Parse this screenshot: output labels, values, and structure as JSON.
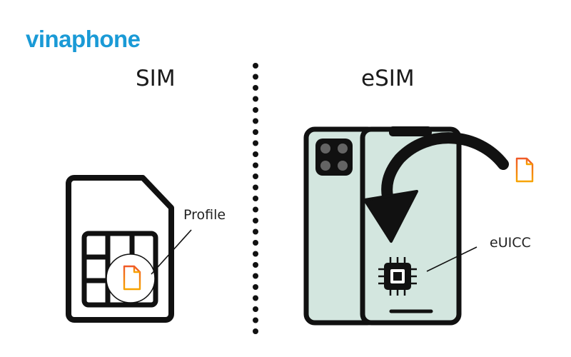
{
  "brand": {
    "name": "vinaphone",
    "color": "#1a9ad6"
  },
  "left_panel": {
    "heading": "SIM",
    "callout_label": "Profile"
  },
  "right_panel": {
    "heading": "eSIM",
    "callout_label": "eUICC"
  },
  "colors": {
    "outline": "#111111",
    "phone_fill": "#d3e6df",
    "document_gradient_top": "#f05a28",
    "document_gradient_bottom": "#f7a400"
  },
  "icons": [
    "sim-card-icon",
    "phone-back-icon",
    "phone-front-icon",
    "chip-icon",
    "document-icon",
    "curved-arrow-icon"
  ]
}
